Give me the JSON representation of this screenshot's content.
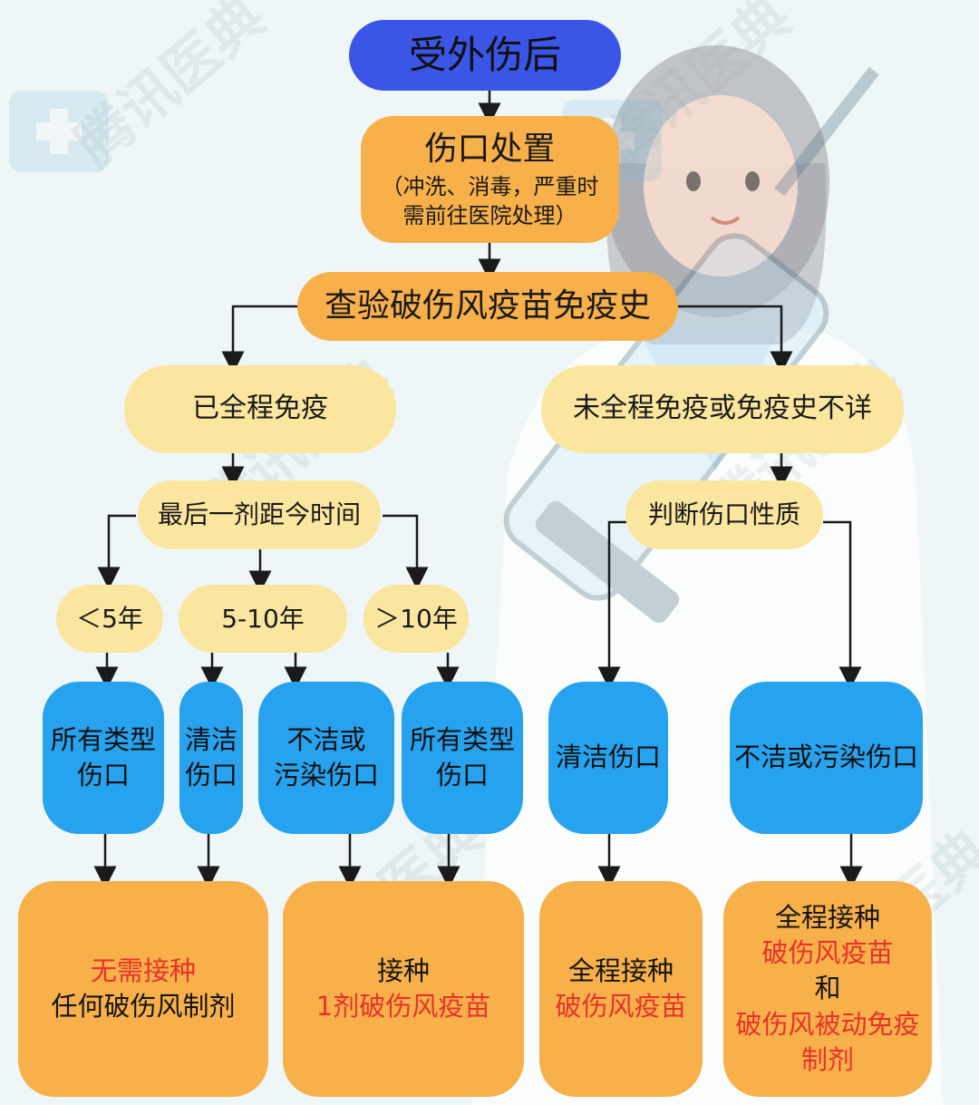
{
  "watermark": "腾讯医典",
  "colors": {
    "start": "#3b55e6",
    "step": "#f7b04a",
    "branch": "#fbe6a0",
    "wound": "#27a2ee",
    "result": "#f7b04a",
    "highlight": "#e8322b",
    "arrow": "#1a1a1a"
  },
  "icons": [
    "doctor-illustration-icon",
    "syringe-icon",
    "medical-kit-icon"
  ],
  "nodes": {
    "start": "受外伤后",
    "wound_care": {
      "title": "伤口处置",
      "note_line1": "（冲洗、消毒，严重时",
      "note_line2": "需前往医院处理）"
    },
    "check_history": "查验破伤风疫苗免疫史",
    "fully_immunized": "已全程免疫",
    "not_fully_immunized": "未全程免疫或免疫史不详",
    "time_since_last": "最后一剂距今时间",
    "judge_wound": "判断伤口性质",
    "lt5": "＜5年",
    "y5to10": "5-10年",
    "gt10": "＞10年",
    "all_types_a": {
      "line1": "所有类型",
      "line2": "伤口"
    },
    "clean_a": {
      "line1": "清洁",
      "line2": "伤口"
    },
    "dirty_a": {
      "line1": "不洁或",
      "line2": "污染伤口"
    },
    "all_types_b": {
      "line1": "所有类型",
      "line2": "伤口"
    },
    "clean_b": "清洁伤口",
    "dirty_b": "不洁或污染伤口"
  },
  "results": {
    "no_vaccine": {
      "line1": "无需接种",
      "line2": "任何破伤风制剂"
    },
    "one_dose": {
      "line1": "接种",
      "line2": "1剂破伤风疫苗"
    },
    "full_course_clean": {
      "line1": "全程接种",
      "line2": "破伤风疫苗"
    },
    "full_course_dirty": {
      "line1": "全程接种",
      "line2": "破伤风疫苗",
      "line3": "和",
      "line4": "破伤风被动免疫",
      "line5": "制剂"
    }
  }
}
